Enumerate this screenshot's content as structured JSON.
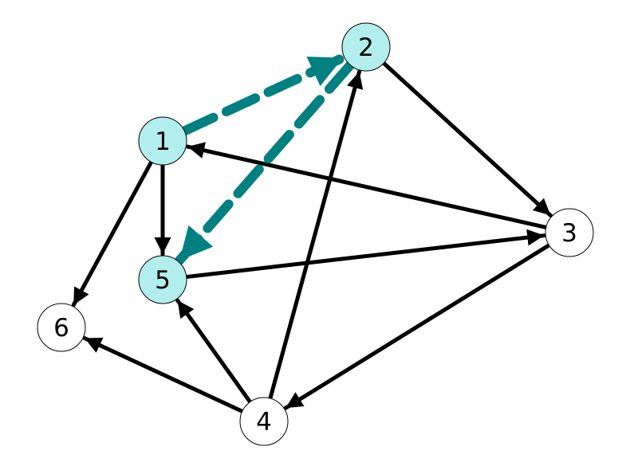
{
  "graph": {
    "nodes": [
      {
        "id": "1",
        "label": "1",
        "highlighted": true
      },
      {
        "id": "2",
        "label": "2",
        "highlighted": true
      },
      {
        "id": "3",
        "label": "3",
        "highlighted": false
      },
      {
        "id": "4",
        "label": "4",
        "highlighted": false
      },
      {
        "id": "5",
        "label": "5",
        "highlighted": true
      },
      {
        "id": "6",
        "label": "6",
        "highlighted": false
      }
    ],
    "edges": [
      {
        "from": "1",
        "to": "5",
        "highlighted": false
      },
      {
        "from": "1",
        "to": "6",
        "highlighted": false
      },
      {
        "from": "2",
        "to": "3",
        "highlighted": false
      },
      {
        "from": "3",
        "to": "1",
        "highlighted": false
      },
      {
        "from": "3",
        "to": "4",
        "highlighted": false
      },
      {
        "from": "4",
        "to": "2",
        "highlighted": false
      },
      {
        "from": "4",
        "to": "5",
        "highlighted": false
      },
      {
        "from": "4",
        "to": "6",
        "highlighted": false
      },
      {
        "from": "5",
        "to": "3",
        "highlighted": false
      },
      {
        "from": "1",
        "to": "2",
        "highlighted": true
      },
      {
        "from": "2",
        "to": "5",
        "highlighted": true
      }
    ]
  },
  "colors": {
    "edge": "#000000",
    "highlight_edge": "#008080",
    "highlight_node_fill": "#b2eeee",
    "node_fill": "#ffffff",
    "node_stroke": "#000000"
  }
}
